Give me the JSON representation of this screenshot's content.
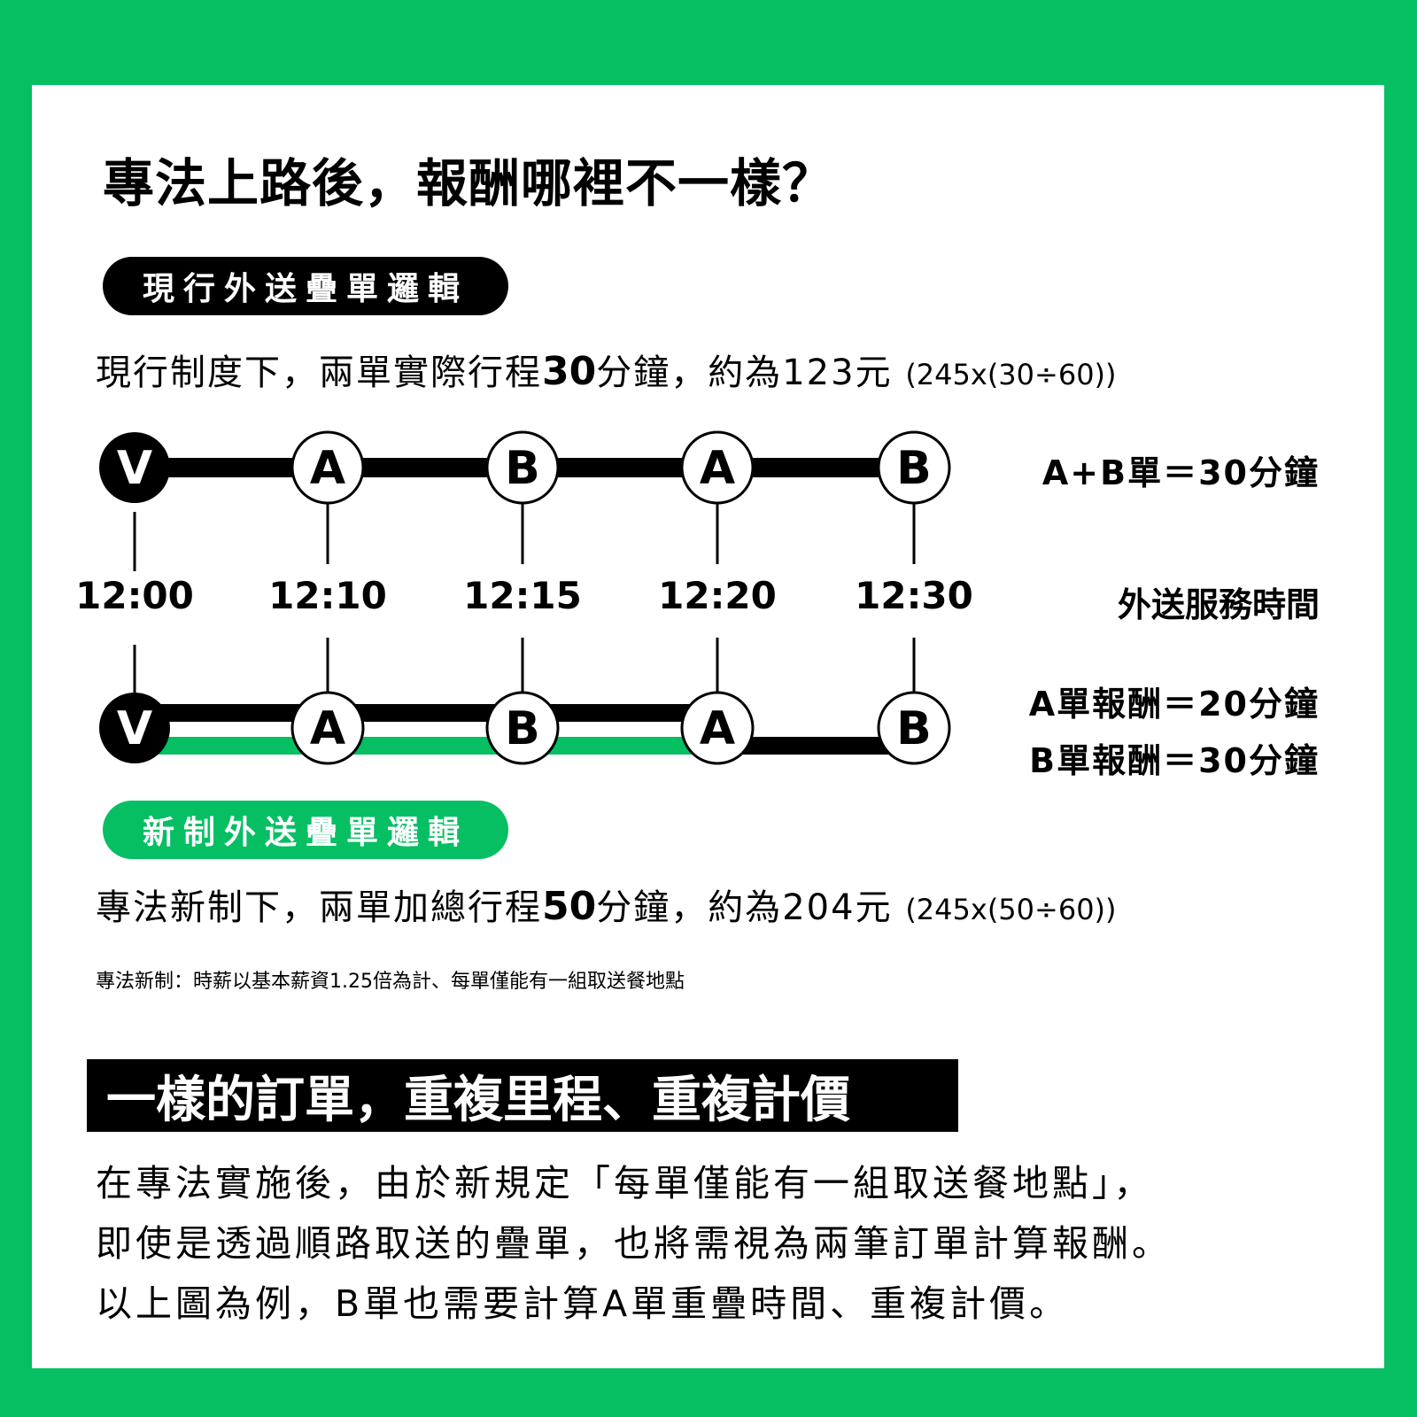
{
  "colors": {
    "brand_green": "#06BF63",
    "black": "#000000",
    "white": "#FFFFFF"
  },
  "title": "專法上路後，報酬哪裡不一樣？",
  "current": {
    "pill_label": "現行外送疊單邏輯",
    "summary_pre": "現行制度下，兩單實際行程",
    "summary_minutes": "30",
    "summary_mid": "分鐘，約為123元",
    "summary_formula": "(245x(30÷60))",
    "side_label": "A+B單＝30分鐘"
  },
  "timeline": {
    "stops": [
      {
        "label": "V",
        "time": "12:00"
      },
      {
        "label": "A",
        "time": "12:10"
      },
      {
        "label": "B",
        "time": "12:15"
      },
      {
        "label": "A",
        "time": "12:20"
      },
      {
        "label": "B",
        "time": "12:30"
      }
    ],
    "time_axis_label": "外送服務時間"
  },
  "new": {
    "pill_label": "新制外送疊單邏輯",
    "side_label_a": "A單報酬＝20分鐘",
    "side_label_b": "B單報酬＝30分鐘",
    "summary_pre": "專法新制下，兩單加總行程",
    "summary_minutes": "50",
    "summary_mid": "分鐘，約為204元",
    "summary_formula": "(245x(50÷60))",
    "note": "專法新制：時薪以基本薪資1.25倍為計、每單僅能有一組取送餐地點"
  },
  "section2": {
    "banner": "一樣的訂單，重複里程、重複計價",
    "paragraph_lines": [
      "在專法實施後，由於新規定「每單僅能有一組取送餐地點」，",
      "即使是透過順路取送的疊單，也將需視為兩筆訂單計算報酬。",
      "以上圖為例，B單也需要計算A單重疊時間、重複計價。"
    ]
  }
}
